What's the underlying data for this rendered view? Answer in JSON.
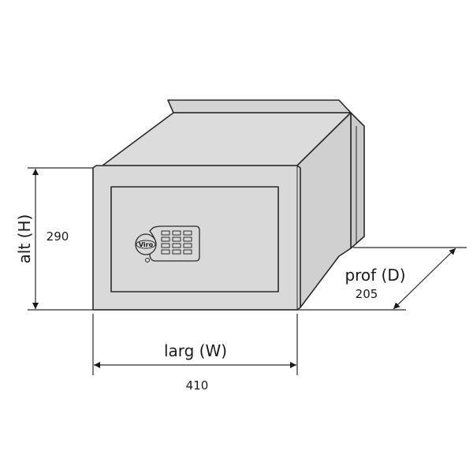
{
  "dimensions": {
    "height": {
      "label": "alt (H)",
      "value": "290"
    },
    "width": {
      "label": "larg (W)",
      "value": "410"
    },
    "depth": {
      "label": "prof (D)",
      "value": "205"
    }
  },
  "safe": {
    "brand": "Viro"
  },
  "colors": {
    "body": "#d9d9d9",
    "side": "#cfcfcf",
    "line": "#2a2a2a"
  }
}
